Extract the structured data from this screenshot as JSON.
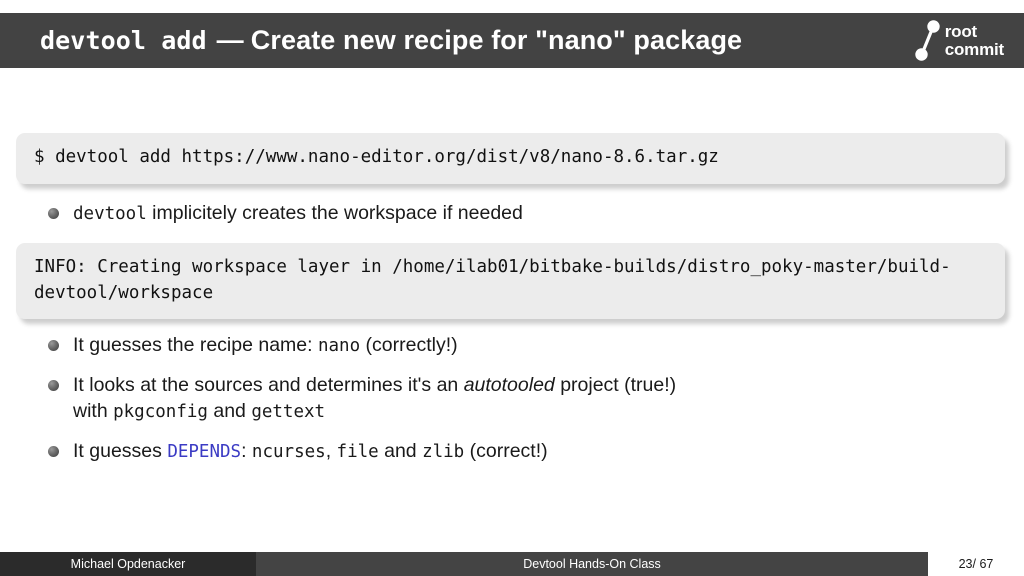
{
  "header": {
    "title_mono": "devtool add",
    "title_separator": "—",
    "title_rest": "Create new recipe for \"nano\" package",
    "bar_color": "#434343",
    "logo": {
      "icon": "root-commit-graph-icon",
      "line1": "root",
      "line2": "commit"
    }
  },
  "slide": {
    "command_box": "$ devtool add https://www.nano-editor.org/dist/v8/nano-8.6.tar.gz",
    "info_box": "INFO: Creating workspace layer in /home/ilab01/bitbake-builds/distro_poky-master/build-devtool/workspace",
    "bullets_top": [
      {
        "prefix_mono": "devtool",
        "text": " implicitely creates the workspace if needed"
      }
    ],
    "bullets_bottom": [
      {
        "part1": "It guesses the recipe name: ",
        "mono1": "nano",
        "part2": " (correctly!)"
      },
      {
        "part1": "It looks at the sources and determines it's an ",
        "italic1": "autotooled",
        "part2": " project (true!)",
        "line2_part1": "with ",
        "line2_mono1": "pkgconfig",
        "line2_part2": " and ",
        "line2_mono2": "gettext"
      },
      {
        "part1": "It guesses ",
        "keyword": "DEPENDS",
        "part2": ": ",
        "mono1": "ncurses",
        "part3": ", ",
        "mono2": "file",
        "part4": " and ",
        "mono3": "zlib",
        "part5": " (correct!)"
      }
    ],
    "keyword_color": "#3b3bc4",
    "codebox_color": "#ececec"
  },
  "footer": {
    "author": "Michael Opdenacker",
    "subject": "Devtool Hands-On Class",
    "page": "23/ 67"
  }
}
